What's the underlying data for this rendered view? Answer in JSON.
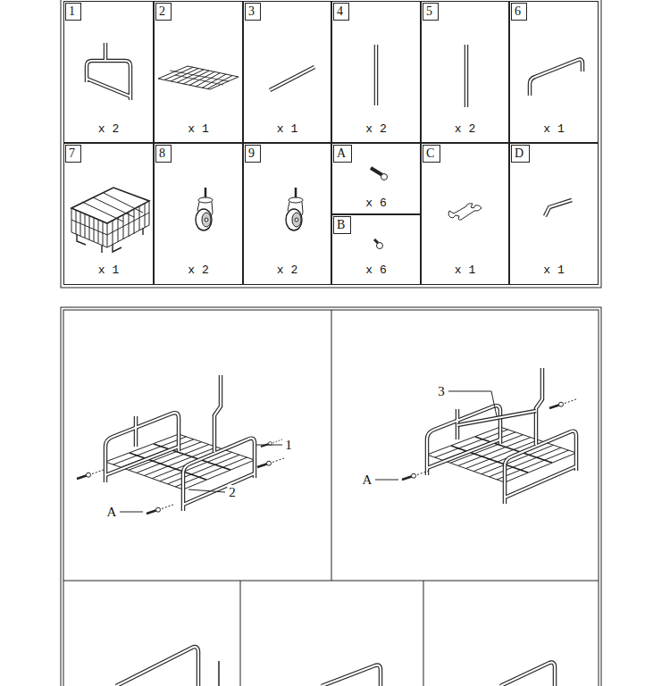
{
  "diagram": {
    "nodes": [
      {
        "text": [
          "1",
          "x 2"
        ]
      },
      {
        "text": [
          "2",
          "x 1"
        ]
      },
      {
        "text": [
          "3",
          "x 1"
        ]
      },
      {
        "text": [
          "4",
          "x 2"
        ]
      },
      {
        "text": [
          "5",
          "x 2"
        ]
      },
      {
        "text": [
          "6",
          "x 1"
        ]
      },
      {
        "text": [
          "7",
          "x 1"
        ]
      },
      {
        "text": [
          "8",
          "x 2"
        ]
      },
      {
        "text": [
          "9",
          "x 2"
        ]
      },
      {
        "text": [
          "A",
          "x 6"
        ]
      },
      {
        "text": [
          "B",
          "x 6"
        ]
      },
      {
        "text": [
          "C",
          "x 1"
        ]
      },
      {
        "text": [
          "D",
          "x 1"
        ]
      }
    ],
    "labels": [
      "1",
      "2",
      "A",
      "3",
      "A"
    ]
  }
}
